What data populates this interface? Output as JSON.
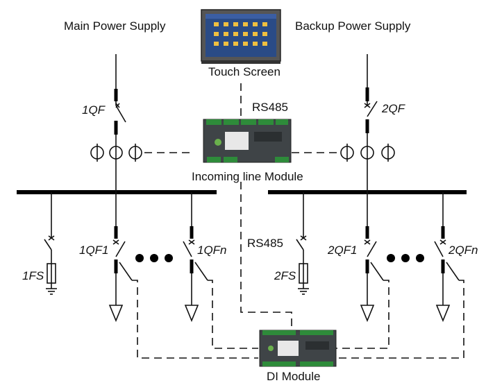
{
  "labels": {
    "main_supply": "Main Power Supply",
    "backup_supply": "Backup Power Supply",
    "touch_screen": "Touch Screen",
    "rs485_top": "RS485",
    "rs485_mid": "RS485",
    "incoming_module": "Incoming line Module",
    "di_module": "DI Module"
  },
  "breakers": {
    "main": "1QF",
    "backup": "2QF",
    "left_feeder_first": "1QF1",
    "left_feeder_last": "1QFn",
    "right_feeder_first": "2QF1",
    "right_feeder_last": "2QFn",
    "left_fuse": "1FS",
    "right_fuse": "2FS"
  },
  "colors": {
    "line": "#111111",
    "module_body": "#3f4447",
    "terminal_green": "#2e8b3a",
    "screen_blue": "#2a4b86",
    "screen_bezel": "#4a4a4a"
  }
}
